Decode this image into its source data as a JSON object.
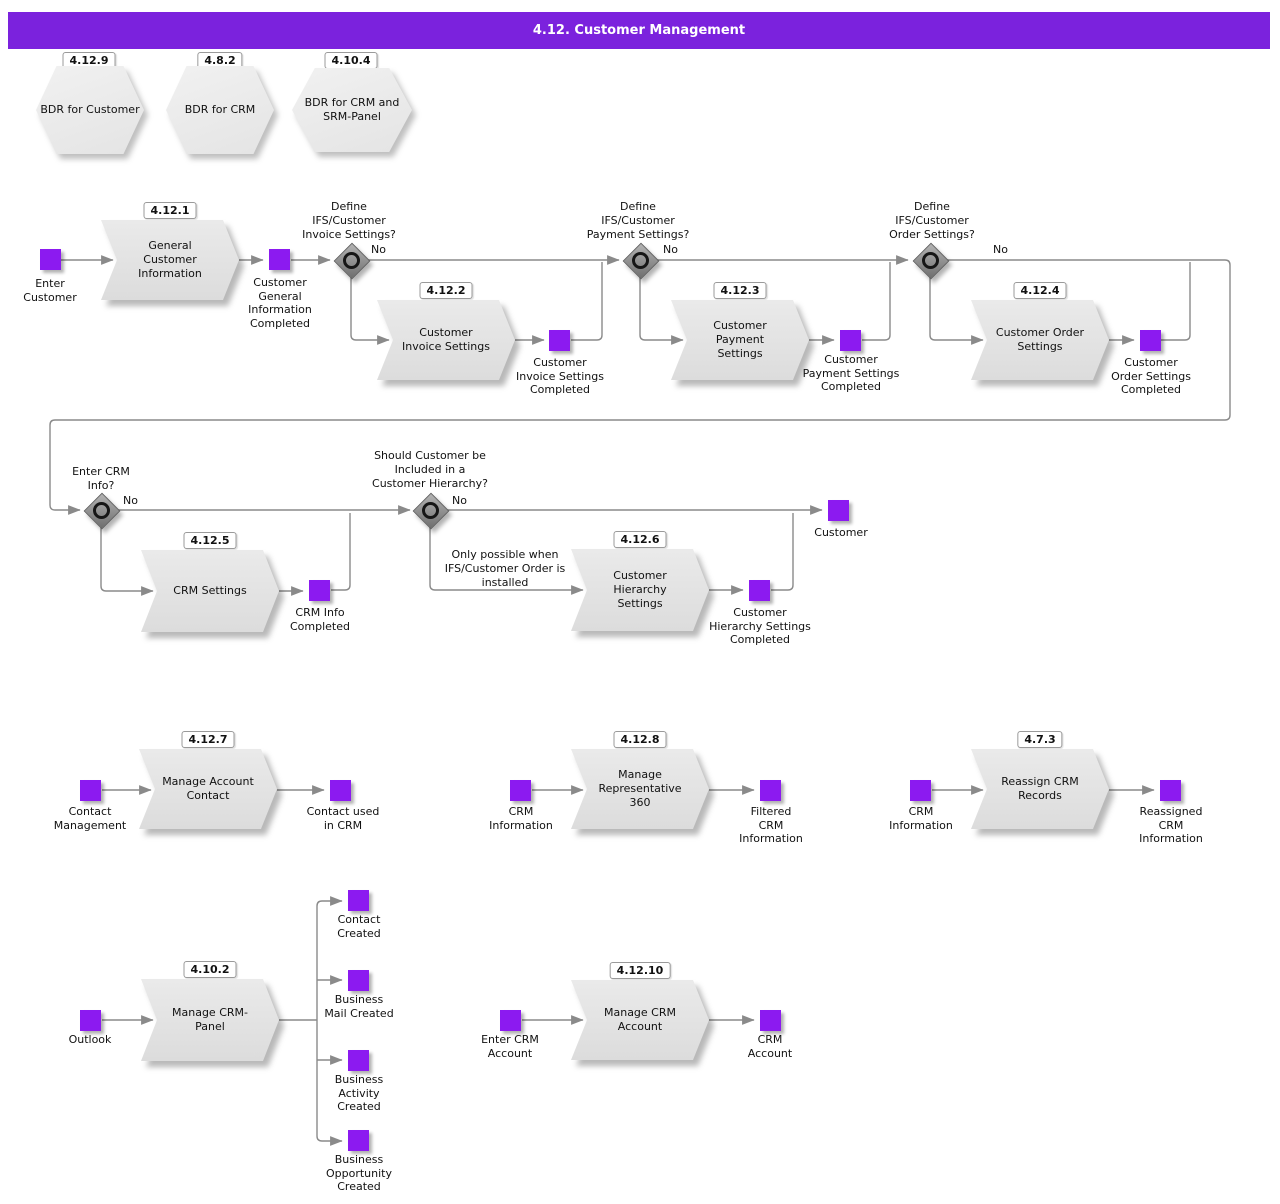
{
  "title": "4.12. Customer Management",
  "colors": {
    "header": "#7b22dd",
    "event": "#8c1af0",
    "line": "#8a8a8a"
  },
  "hexagons": [
    {
      "badge": "4.12.9",
      "label": "BDR for Customer"
    },
    {
      "badge": "4.8.2",
      "label": "BDR for CRM"
    },
    {
      "badge": "4.10.4",
      "label": "BDR for CRM and\nSRM-Panel"
    }
  ],
  "processes": [
    {
      "badge": "4.12.1",
      "label": "General\nCustomer\nInformation"
    },
    {
      "badge": "4.12.2",
      "label": "Customer\nInvoice Settings"
    },
    {
      "badge": "4.12.3",
      "label": "Customer\nPayment\nSettings"
    },
    {
      "badge": "4.12.4",
      "label": "Customer Order\nSettings"
    },
    {
      "badge": "4.12.5",
      "label": "CRM Settings"
    },
    {
      "badge": "4.12.6",
      "label": "Customer\nHierarchy\nSettings"
    },
    {
      "badge": "4.12.7",
      "label": "Manage Account\nContact"
    },
    {
      "badge": "4.12.8",
      "label": "Manage\nRepresentative\n360"
    },
    {
      "badge": "4.7.3",
      "label": "Reassign CRM\nRecords"
    },
    {
      "badge": "4.10.2",
      "label": "Manage CRM-\nPanel"
    },
    {
      "badge": "4.12.10",
      "label": "Manage CRM\nAccount"
    }
  ],
  "gateways": [
    {
      "question": "Define\nIFS/Customer\nInvoice Settings?",
      "no": "No"
    },
    {
      "question": "Define\nIFS/Customer\nPayment Settings?",
      "no": "No"
    },
    {
      "question": "Define\nIFS/Customer\nOrder Settings?",
      "no": "No"
    },
    {
      "question": "Enter CRM\nInfo?",
      "no": "No"
    },
    {
      "question": "Should Customer be\nIncluded in a\nCustomer Hierarchy?",
      "no": "No"
    }
  ],
  "events": [
    {
      "label": "Enter\nCustomer"
    },
    {
      "label": "Customer\nGeneral\nInformation\nCompleted"
    },
    {
      "label": "Customer\nInvoice Settings\nCompleted"
    },
    {
      "label": "Customer\nPayment Settings\nCompleted"
    },
    {
      "label": "Customer\nOrder Settings\nCompleted"
    },
    {
      "label": "CRM Info\nCompleted"
    },
    {
      "label": "Customer\nHierarchy Settings\nCompleted"
    },
    {
      "label": "Customer"
    },
    {
      "label": "Contact\nManagement"
    },
    {
      "label": "Contact used\nin CRM"
    },
    {
      "label": "CRM\nInformation"
    },
    {
      "label": "Filtered\nCRM\nInformation"
    },
    {
      "label": "CRM\nInformation"
    },
    {
      "label": "Reassigned\nCRM\nInformation"
    },
    {
      "label": "Outlook"
    },
    {
      "label": "Contact\nCreated"
    },
    {
      "label": "Business\nMail Created"
    },
    {
      "label": "Business\nActivity\nCreated"
    },
    {
      "label": "Business\nOpportunity\nCreated"
    },
    {
      "label": "Enter CRM\nAccount"
    },
    {
      "label": "CRM\nAccount"
    }
  ],
  "annotation": "Only possible when\nIFS/Customer Order is\ninstalled"
}
